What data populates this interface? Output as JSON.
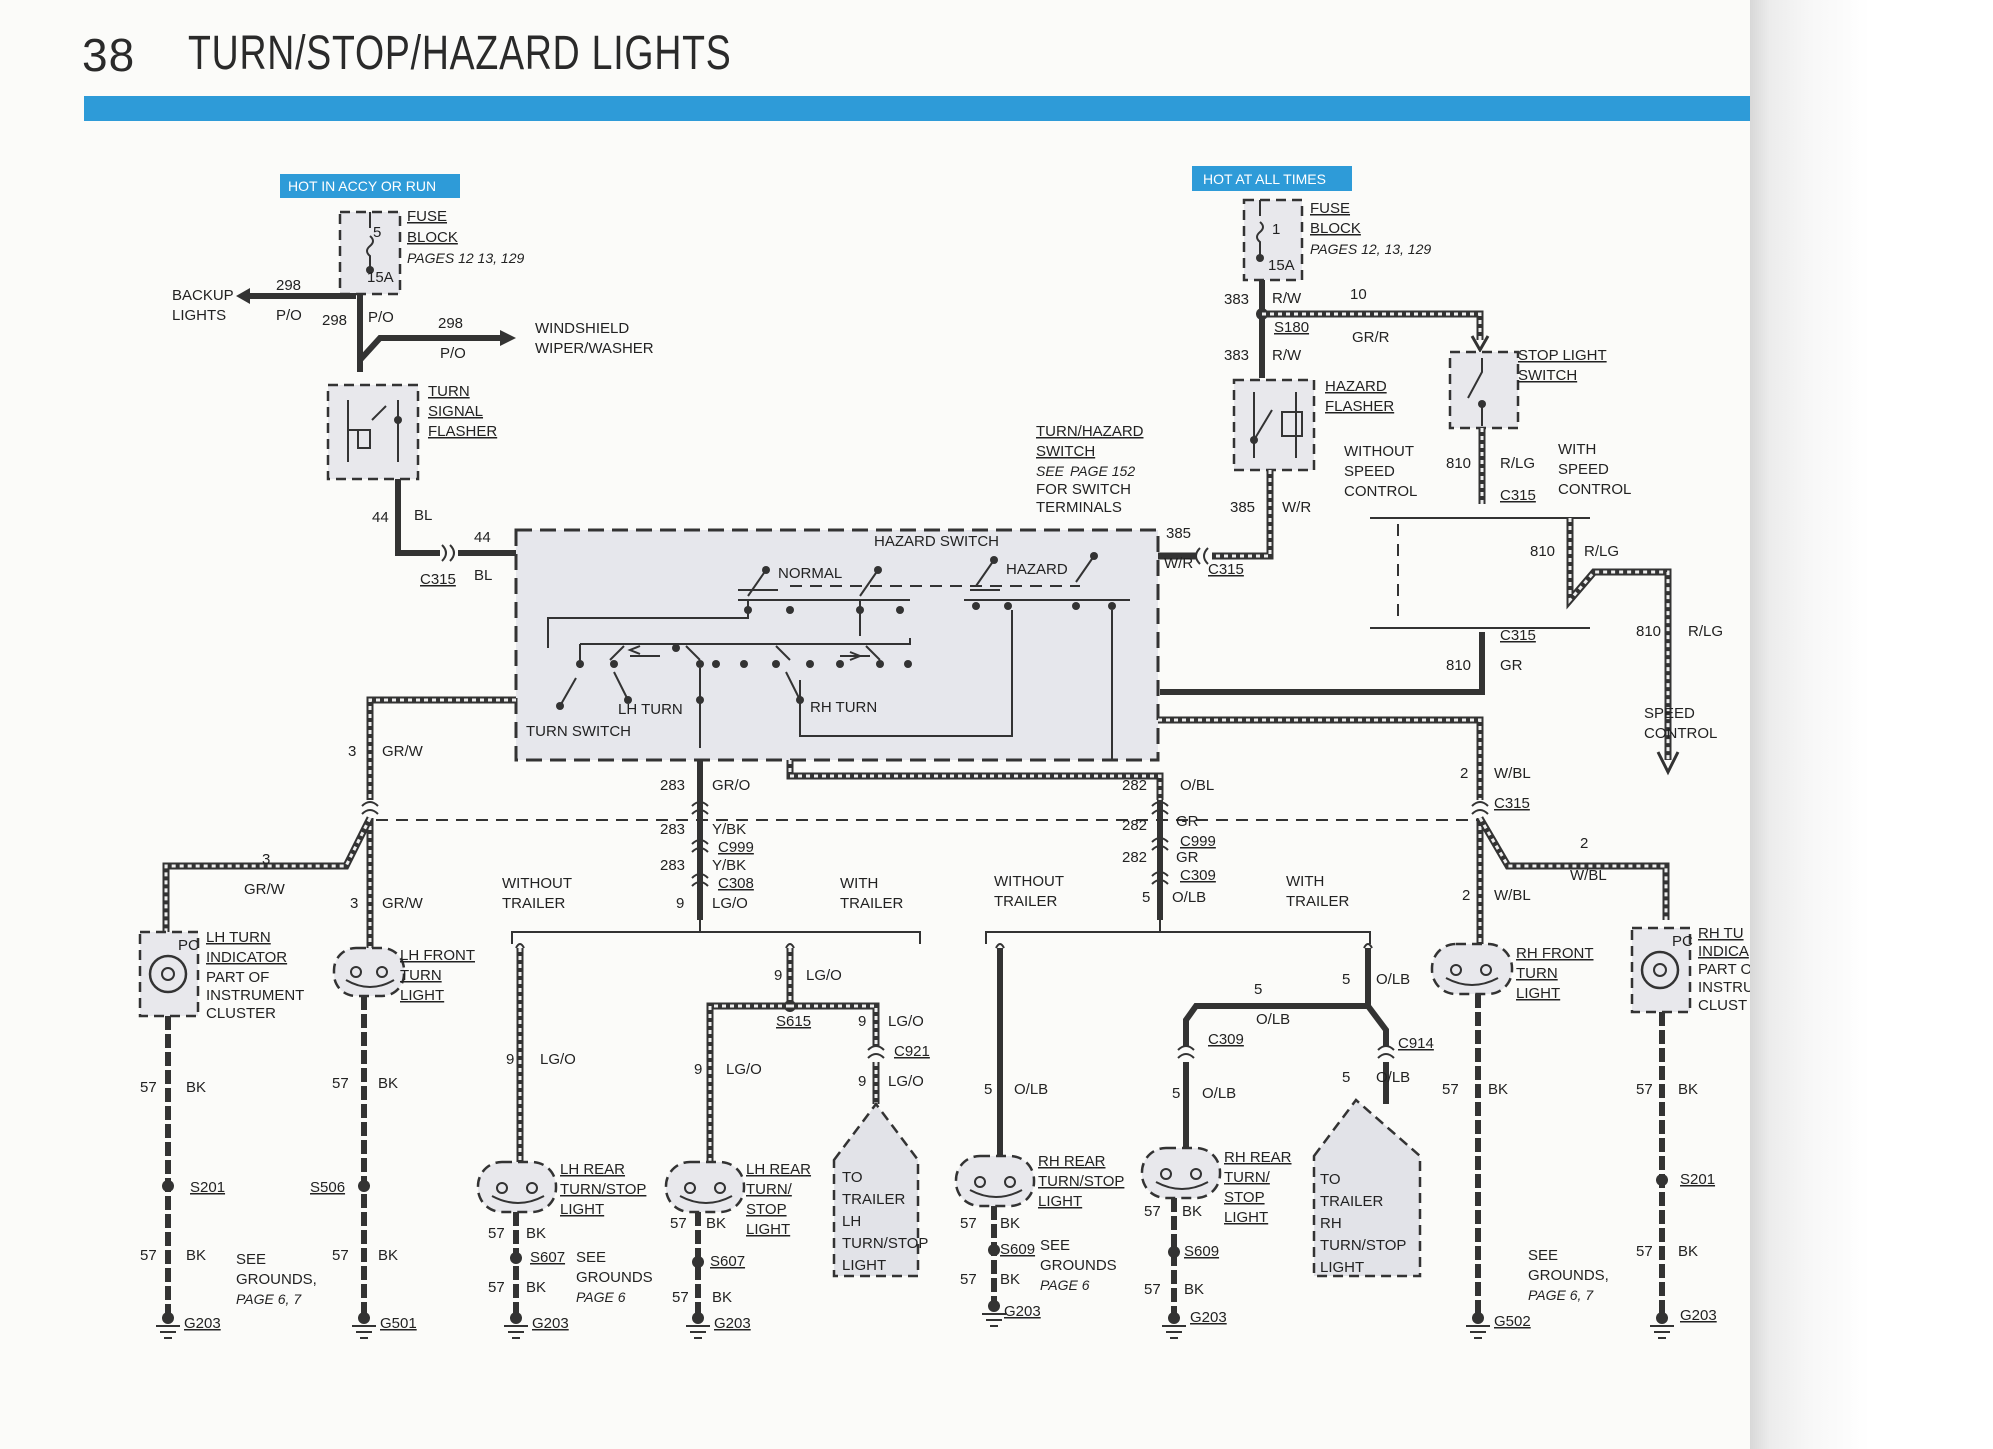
{
  "header": {
    "page_number": "38",
    "title": "TURN/STOP/HAZARD LIGHTS"
  },
  "tags": {
    "left": "HOT IN ACCY OR RUN",
    "right": "HOT AT ALL TIMES"
  },
  "fuse_left": {
    "fuse_no": "5",
    "amp": "15A",
    "title1": "FUSE",
    "title2": "BLOCK",
    "pages": "PAGES 12 13, 129"
  },
  "fuse_right": {
    "fuse_no": "1",
    "amp": "15A",
    "title1": "FUSE",
    "title2": "BLOCK",
    "pages": "PAGES 12, 13, 129"
  },
  "left_feed": {
    "backup_1": "BACKUP",
    "backup_2": "LIGHTS",
    "w298_a": "298",
    "po_a": "P/O",
    "w298_b": "298",
    "po_b": "P/O",
    "w298_c": "298",
    "po_c": "P/O",
    "wiper_1": "WINDSHIELD",
    "wiper_2": "WIPER/WASHER"
  },
  "turn_flasher": {
    "l1": "TURN",
    "l2": "SIGNAL",
    "l3": "FLASHER",
    "w44": "44",
    "bl": "BL",
    "w44b": "44",
    "c315": "C315",
    "bl2": "BL"
  },
  "right_feed": {
    "w383a": "383",
    "rwa": "R/W",
    "w10": "10",
    "s180": "S180",
    "grr": "GR/R",
    "w383b": "383",
    "rwb": "R/W"
  },
  "stop_switch": {
    "l1": "STOP LIGHT",
    "l2": "SWITCH"
  },
  "hazard_flasher": {
    "l1": "HAZARD",
    "l2": "FLASHER",
    "w385": "385",
    "wr": "W/R",
    "w385b": "385",
    "wr2": "W/R",
    "c315": "C315"
  },
  "speed": {
    "without_1": "WITHOUT",
    "without_2": "SPEED",
    "without_3": "CONTROL",
    "with_1": "WITH",
    "with_2": "SPEED",
    "with_3": "CONTROL",
    "w810a": "810",
    "rlga": "R/LG",
    "c315a": "C315",
    "w810b": "810",
    "rlgb": "R/LG",
    "c315b": "C315",
    "w810c": "810",
    "gr": "GR",
    "w810d": "810",
    "rlgd": "R/LG",
    "out_1": "SPEED",
    "out_2": "CONTROL"
  },
  "turn_hazard_switch": {
    "l1": "TURN/HAZARD",
    "l2": "SWITCH",
    "see": "SEE",
    "page": "PAGE 152",
    "l4": "FOR SWITCH",
    "l5": "TERMINALS",
    "hazard_switch": "HAZARD   SWITCH",
    "normal": "NORMAL",
    "hazard": "HAZARD",
    "lh_turn": "LH TURN",
    "rh_turn": "RH TURN",
    "turn_switch": "TURN SWITCH"
  },
  "left_branch": {
    "w3a": "3",
    "grwa": "GR/W",
    "w3b": "3",
    "grwb": "GR/W",
    "w3c": "3",
    "grwc": "GR/W"
  },
  "right_branch": {
    "w2a": "2",
    "wbla": "W/BL",
    "c315": "C315",
    "w2b": "2",
    "wblb": "W/BL",
    "w2c": "2",
    "wblc": "W/BL"
  },
  "center_left": {
    "w283a": "283",
    "gro": "GR/O",
    "w283b": "283",
    "ybk": "Y/BK",
    "c999": "C999",
    "w283c": "283",
    "ybk2": "Y/BK",
    "c308": "C308",
    "w9": "9",
    "lgo": "LG/O",
    "without_1": "WITHOUT",
    "without_2": "TRAILER",
    "with_1": "WITH",
    "with_2": "TRAILER"
  },
  "center_right": {
    "w282a": "282",
    "obl": "O/BL",
    "w282b": "282",
    "gr": "GR",
    "c999": "C999",
    "w282c": "282",
    "gr2": "GR",
    "c309": "C309",
    "w5": "5",
    "olb": "O/LB",
    "without_1": "WITHOUT",
    "without_2": "TRAILER",
    "with_1": "WITH",
    "with_2": "TRAILER"
  },
  "lh_indicator": {
    "l1": "LH TURN",
    "l2": "INDICATOR",
    "l3": "PART OF",
    "l4": "INSTRUMENT",
    "l5": "CLUSTER",
    "pc": "PC",
    "w57a": "57",
    "bka": "BK",
    "s201": "S201",
    "w57b": "57",
    "bkb": "BK",
    "g203": "G203"
  },
  "lh_front": {
    "l1": "LH FRONT",
    "l2": "TURN",
    "l3": "LIGHT",
    "w57a": "57",
    "bka": "BK",
    "s506": "S506",
    "w57b": "57",
    "bkb": "BK",
    "g501": "G501",
    "see_1": "SEE",
    "see_2": "GROUNDS,",
    "see_3": "PAGE 6, 7"
  },
  "lh_rear_a": {
    "w9": "9",
    "lgo": "LG/O",
    "l1": "LH REAR",
    "l2": "TURN/STOP",
    "l3": "LIGHT",
    "w57a": "57",
    "bka": "BK",
    "s607": "S607",
    "w57b": "57",
    "bkb": "BK",
    "g203": "G203",
    "see_1": "SEE",
    "see_2": "GROUNDS",
    "see_3": "PAGE 6"
  },
  "lh_rear_b": {
    "w9a": "9",
    "lgoa": "LG/O",
    "s615": "S615",
    "w9b": "9",
    "lgob": "LG/O",
    "c921": "C921",
    "w9c": "9",
    "lgoc": "LG/O",
    "w9d": "9",
    "lgod": "LG/O",
    "l1": "LH REAR",
    "l2": "TURN/",
    "l3": "STOP",
    "l4": "LIGHT",
    "w57a": "57",
    "bka": "BK",
    "s607": "S607",
    "w57b": "57",
    "bkb": "BK",
    "g203": "G203"
  },
  "lh_trailer": {
    "l1": "TO",
    "l2": "TRAILER",
    "l3": "LH",
    "l4": "TURN/STOP",
    "l5": "LIGHT"
  },
  "rh_rear_a": {
    "w5": "5",
    "olb": "O/LB",
    "l1": "RH REAR",
    "l2": "TURN/STOP",
    "l3": "LIGHT",
    "w57a": "57",
    "bka": "BK",
    "s609": "S609",
    "w57b": "57",
    "bkb": "BK",
    "g203": "G203",
    "see_1": "SEE",
    "see_2": "GROUNDS",
    "see_3": "PAGE 6"
  },
  "rh_rear_b": {
    "w5a": "5",
    "olba": "O/LB",
    "c309": "C309",
    "w5b": "5",
    "olbb": "O/LB",
    "w5c": "5",
    "olbc": "O/LB",
    "c914": "C914",
    "w5d": "5",
    "olbd": "O/LB",
    "l1": "RH REAR",
    "l2": "TURN/",
    "l3": "STOP",
    "l4": "LIGHT",
    "w57a": "57",
    "bka": "BK",
    "s609": "S609",
    "w57b": "57",
    "bkb": "BK",
    "g203": "G203"
  },
  "rh_trailer": {
    "l1": "TO",
    "l2": "TRAILER",
    "l3": "RH",
    "l4": "TURN/STOP",
    "l5": "LIGHT"
  },
  "rh_front": {
    "l1": "RH FRONT",
    "l2": "TURN",
    "l3": "LIGHT",
    "w57": "57",
    "bk": "BK",
    "g502": "G502",
    "see_1": "SEE",
    "see_2": "GROUNDS,",
    "see_3": "PAGE 6, 7"
  },
  "rh_indicator": {
    "l1": "RH TU",
    "l2": "INDICA",
    "l3": "PART O",
    "l4": "INSTRU",
    "l5": "CLUST",
    "pc": "PC",
    "w57a": "57",
    "bka": "BK",
    "s201": "S201",
    "w57b": "57",
    "bkb": "BK",
    "g203": "G203"
  }
}
